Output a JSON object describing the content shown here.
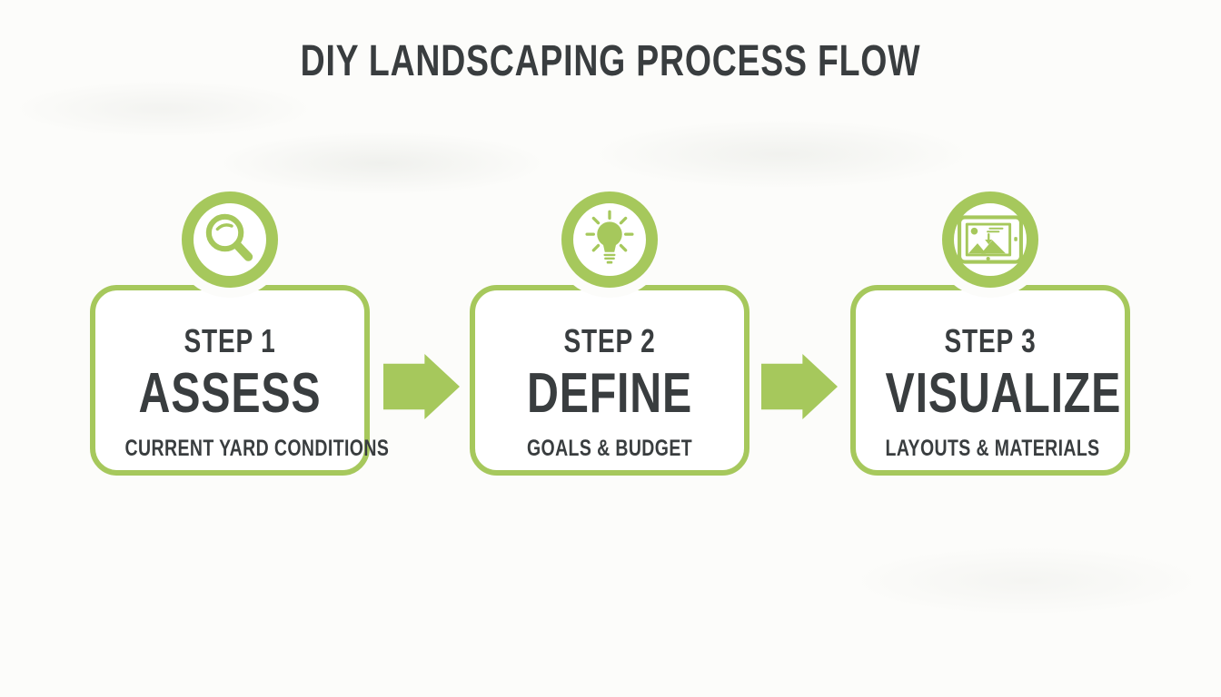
{
  "title": "DIY LANDSCAPING PROCESS FLOW",
  "colors": {
    "green": "#a6c85c",
    "dark_text": "#393d3f",
    "background": "#fcfcfa",
    "card_fill": "#ffffff"
  },
  "steps": [
    {
      "step_label": "STEP 1",
      "name": "ASSESS",
      "subtitle": "CURRENT YARD CONDITIONS",
      "icon": "magnifier-icon"
    },
    {
      "step_label": "STEP 2",
      "name": "DEFINE",
      "subtitle": "GOALS & BUDGET",
      "icon": "lightbulb-icon"
    },
    {
      "step_label": "STEP 3",
      "name": "VISUALIZE",
      "subtitle": "LAYOUTS & MATERIALS",
      "icon": "tablet-image-icon"
    }
  ],
  "connectors": [
    {
      "shape": "right-arrow"
    },
    {
      "shape": "right-arrow"
    }
  ]
}
